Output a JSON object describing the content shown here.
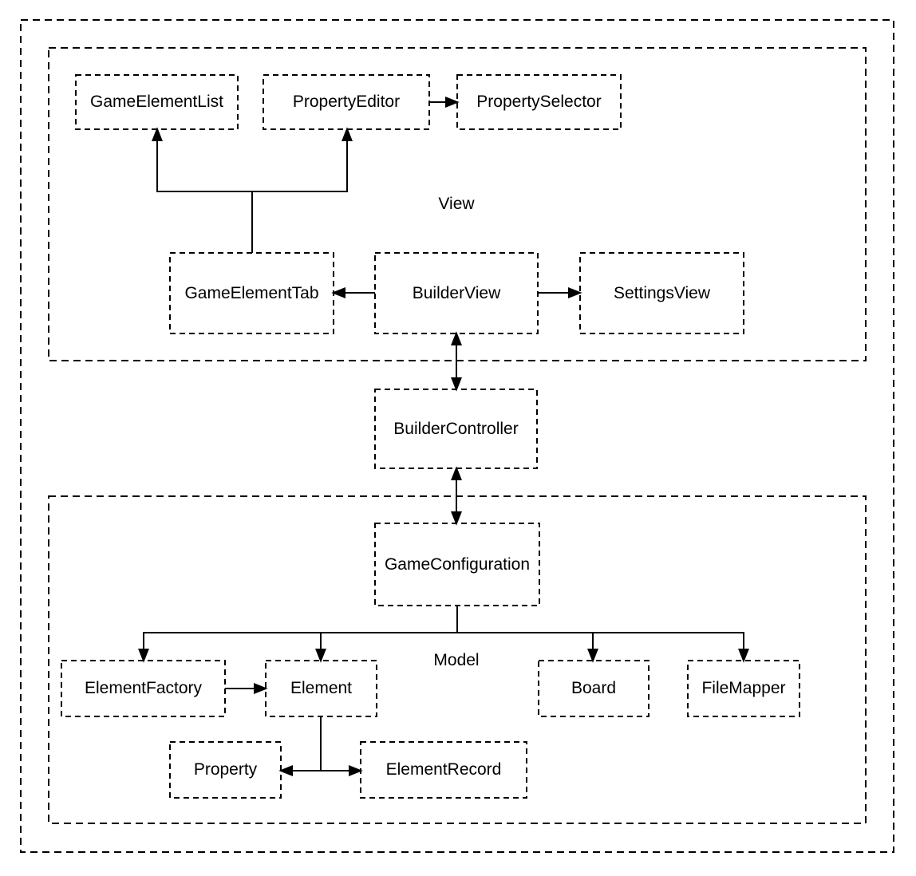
{
  "diagram": {
    "kind": "architecture-diagram",
    "background": "#ffffff",
    "line_color": "#000000",
    "containers": {
      "view": {
        "label": "View"
      },
      "model": {
        "label": "Model"
      }
    },
    "nodes": {
      "gameElementList": "GameElementList",
      "propertyEditor": "PropertyEditor",
      "propertySelector": "PropertySelector",
      "gameElementTab": "GameElementTab",
      "builderView": "BuilderView",
      "settingsView": "SettingsView",
      "builderController": "BuilderController",
      "gameConfiguration": "GameConfiguration",
      "elementFactory": "ElementFactory",
      "element": "Element",
      "board": "Board",
      "fileMapper": "FileMapper",
      "property": "Property",
      "elementRecord": "ElementRecord"
    },
    "edges": [
      {
        "from": "PropertyEditor",
        "to": "PropertySelector",
        "type": "arrow"
      },
      {
        "from": "GameElementTab",
        "to": "GameElementList",
        "type": "arrow"
      },
      {
        "from": "GameElementTab",
        "to": "PropertyEditor",
        "type": "arrow"
      },
      {
        "from": "BuilderView",
        "to": "GameElementTab",
        "type": "arrow"
      },
      {
        "from": "BuilderView",
        "to": "SettingsView",
        "type": "arrow"
      },
      {
        "from": "BuilderView",
        "to": "BuilderController",
        "type": "double-arrow"
      },
      {
        "from": "BuilderController",
        "to": "GameConfiguration",
        "type": "double-arrow"
      },
      {
        "from": "GameConfiguration",
        "to": "ElementFactory",
        "type": "arrow"
      },
      {
        "from": "GameConfiguration",
        "to": "Element",
        "type": "arrow"
      },
      {
        "from": "GameConfiguration",
        "to": "Board",
        "type": "arrow"
      },
      {
        "from": "GameConfiguration",
        "to": "FileMapper",
        "type": "arrow"
      },
      {
        "from": "ElementFactory",
        "to": "Element",
        "type": "arrow"
      },
      {
        "from": "Element",
        "to": "Property",
        "type": "arrow"
      },
      {
        "from": "Element",
        "to": "ElementRecord",
        "type": "arrow"
      }
    ]
  }
}
